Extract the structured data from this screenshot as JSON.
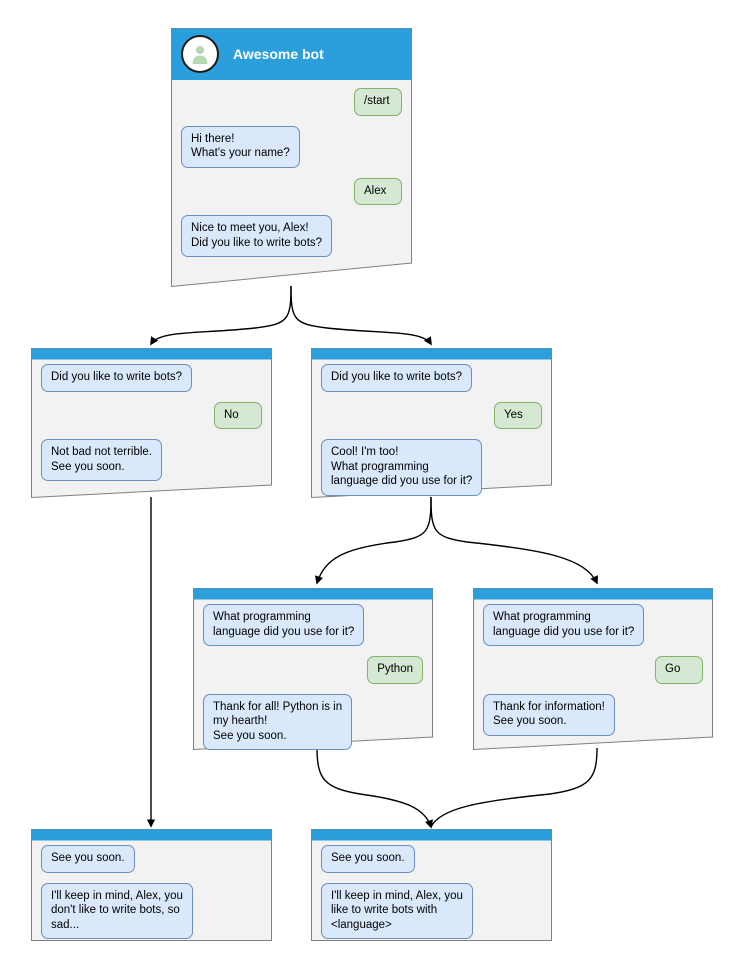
{
  "colors": {
    "header_blue": "#2b9fdc",
    "card_body": "#f2f2f2",
    "card_border": "#808080",
    "bot_bubble_fill": "#dae8fc",
    "bot_bubble_border": "#6c8ebf",
    "user_bubble_fill": "#d5e8d4",
    "user_bubble_border": "#82b366",
    "connector": "#000000",
    "avatar_person": "#b5d8b0",
    "avatar_ring": "#1a1a1a",
    "canvas": "#ffffff"
  },
  "root": {
    "title": "Awesome bot",
    "avatar_icon": "person-avatar-icon",
    "messages": [
      {
        "side": "user",
        "text": "/start"
      },
      {
        "side": "bot",
        "text": "Hi there!\nWhat's your name?"
      },
      {
        "side": "user",
        "text": "Alex"
      },
      {
        "side": "bot",
        "text": "Nice to meet you, Alex!\nDid you like to write bots?"
      }
    ]
  },
  "branch_no": {
    "messages": [
      {
        "side": "bot",
        "text": "Did you like to write bots?"
      },
      {
        "side": "user",
        "text": "No"
      },
      {
        "side": "bot",
        "text": "Not bad not terrible.\nSee you soon."
      }
    ]
  },
  "branch_yes": {
    "messages": [
      {
        "side": "bot",
        "text": "Did you like to write bots?"
      },
      {
        "side": "user",
        "text": "Yes"
      },
      {
        "side": "bot",
        "text": "Cool! I'm too!\nWhat programming\nlanguage did you use for it?"
      }
    ]
  },
  "branch_python": {
    "messages": [
      {
        "side": "bot",
        "text": "What programming\nlanguage did you use for it?"
      },
      {
        "side": "user",
        "text": "Python"
      },
      {
        "side": "bot",
        "text": "Thank for all! Python is in\nmy hearth!\nSee you soon."
      }
    ]
  },
  "branch_go": {
    "messages": [
      {
        "side": "bot",
        "text": "What programming\nlanguage did you use for it?"
      },
      {
        "side": "user",
        "text": "Go"
      },
      {
        "side": "bot",
        "text": "Thank for information!\nSee you soon."
      }
    ]
  },
  "end_sad": {
    "messages": [
      {
        "side": "bot",
        "text": "See you soon."
      },
      {
        "side": "bot",
        "text": "I'll keep in mind, Alex, you\ndon't like to write bots, so\nsad..."
      }
    ]
  },
  "end_happy": {
    "messages": [
      {
        "side": "bot",
        "text": "See you soon."
      },
      {
        "side": "bot",
        "text": "I'll keep in mind, Alex, you\nlike to write bots with\n<language>"
      }
    ]
  }
}
